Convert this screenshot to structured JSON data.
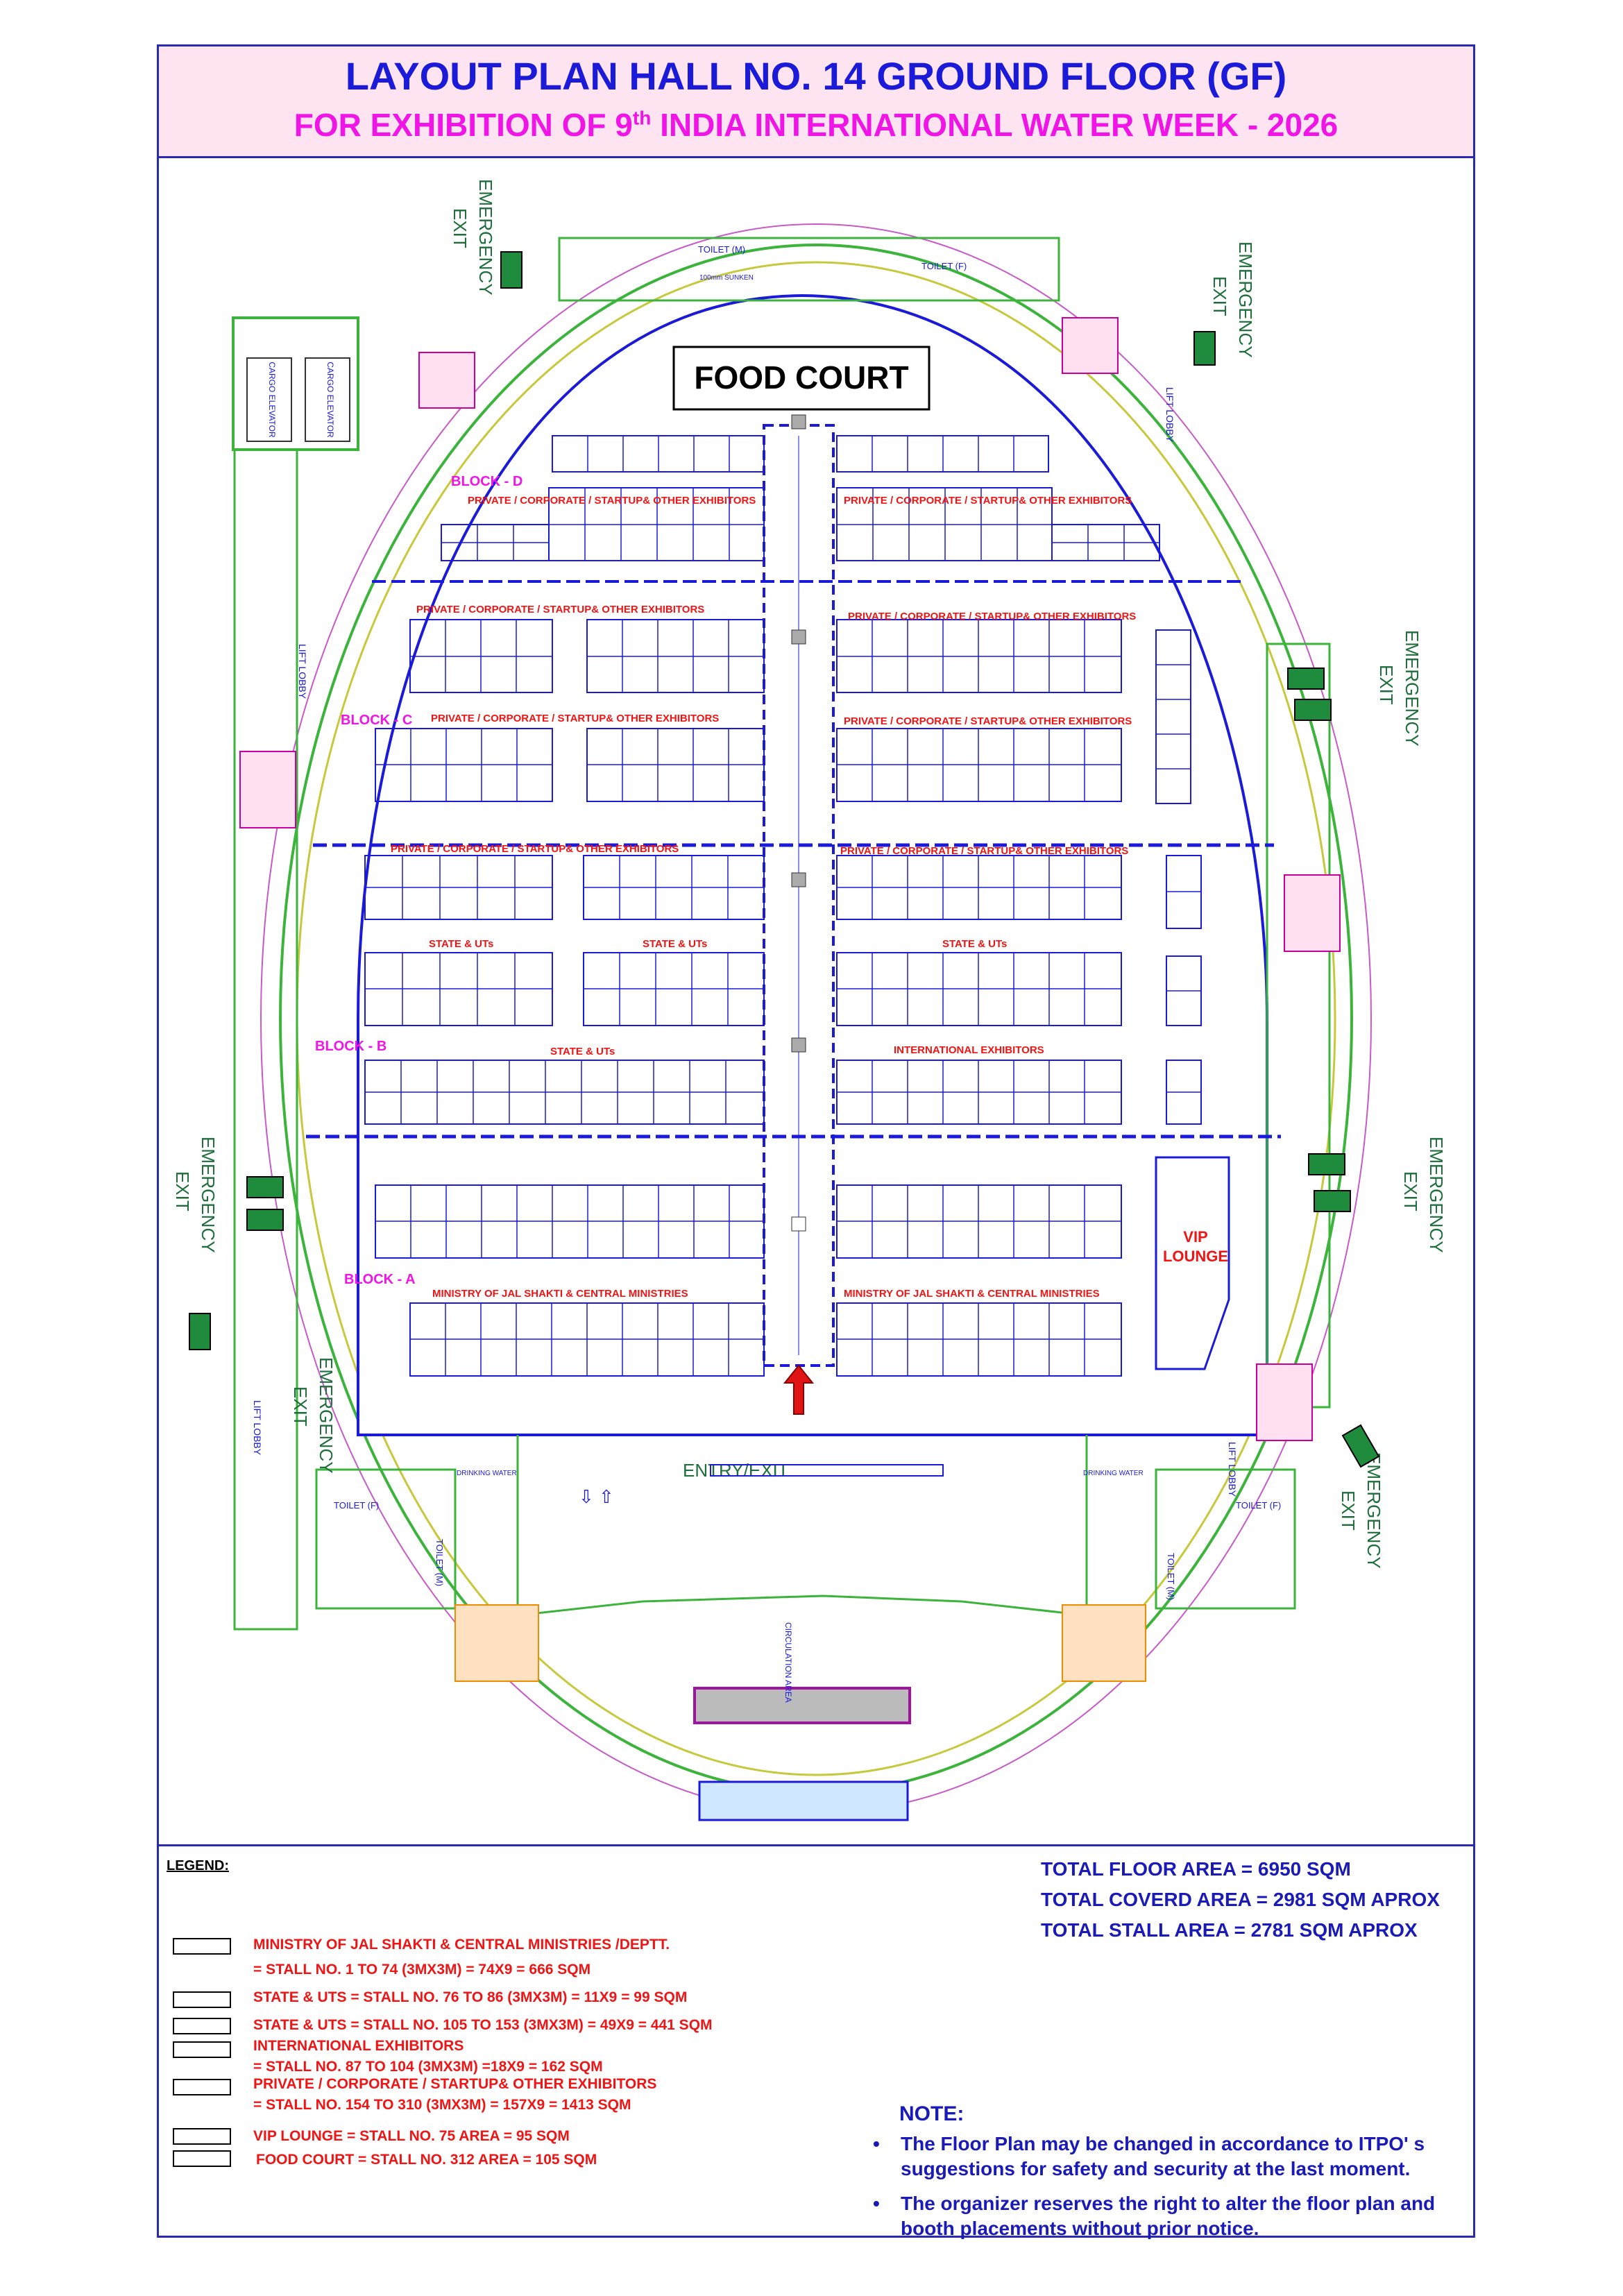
{
  "header": {
    "title": "LAYOUT PLAN HALL NO. 14 GROUND FLOOR (GF)",
    "subtitle_prefix": "FOR EXHIBITION OF 9",
    "subtitle_sup": "th",
    "subtitle_suffix": " INDIA INTERNATIONAL  WATER WEEK - 2026"
  },
  "plan": {
    "food_court": "FOOD COURT",
    "blocks": {
      "a": "BLOCK - A",
      "b": "BLOCK - B",
      "c": "BLOCK - C",
      "d": "BLOCK - D"
    },
    "zone_labels": {
      "private": "PRIVATE / CORPORATE / STARTUP& OTHER EXHIBITORS",
      "state": "STATE & UTs",
      "international": "INTERNATIONAL EXHIBITORS",
      "ministry": "MINISTRY OF JAL SHAKTI & CENTRAL MINISTRIES"
    },
    "vip_lounge_line1": "VIP",
    "vip_lounge_line2": "LOUNGE",
    "emergency": "EMERGENCY",
    "exit": "EXIT",
    "entry_exit": "ENTRY/EXIT",
    "cargo_elevator": "CARGO ELEVATOR",
    "lift_lobby": "LIFT LOBBY",
    "toilet_m": "TOILET (M)",
    "toilet_f": "TOILET (F)",
    "drinking_water": "DRINKING WATER",
    "circulation_area": "CIRCULATION AREA",
    "sunken": "100mm SUNKEN"
  },
  "legend": {
    "title": "LEGEND:",
    "items": [
      "MINISTRY OF JAL SHAKTI & CENTRAL MINISTRIES /DEPTT.",
      "= STALL NO. 1 TO 74 (3MX3M) = 74X9 = 666 SQM",
      "STATE & UTS = STALL NO. 76 TO 86 (3MX3M) = 11X9 = 99 SQM",
      "STATE & UTS = STALL NO. 105 TO 153 (3MX3M) = 49X9 = 441 SQM",
      "INTERNATIONAL EXHIBITORS",
      "= STALL NO. 87 TO 104 (3MX3M) =18X9 = 162 SQM",
      "PRIVATE / CORPORATE / STARTUP& OTHER EXHIBITORS",
      "= STALL NO. 154 TO 310 (3MX3M) = 157X9 = 1413 SQM",
      "VIP LOUNGE = STALL NO. 75 AREA = 95 SQM",
      "FOOD COURT = STALL NO. 312 AREA = 105 SQM"
    ]
  },
  "totals": {
    "floor": "TOTAL FLOOR AREA = 6950 SQM",
    "covered": "TOTAL COVERD AREA = 2981 SQM APROX",
    "stall": "TOTAL STALL AREA = 2781 SQM APROX"
  },
  "note": {
    "title": "NOTE:",
    "bullet": "•",
    "items": [
      "The Floor Plan may be changed in accordance to ITPO' s suggestions for safety and security at the last moment.",
      "The organizer reserves the right to alter the floor plan and booth placements without prior notice."
    ]
  },
  "colors": {
    "border": "#2a2ab0",
    "stall": "#1a1ad8",
    "red_text": "#f01414",
    "magenta": "#f014e6",
    "green": "#1e6e3c",
    "header_bg": "#fde4f0"
  }
}
